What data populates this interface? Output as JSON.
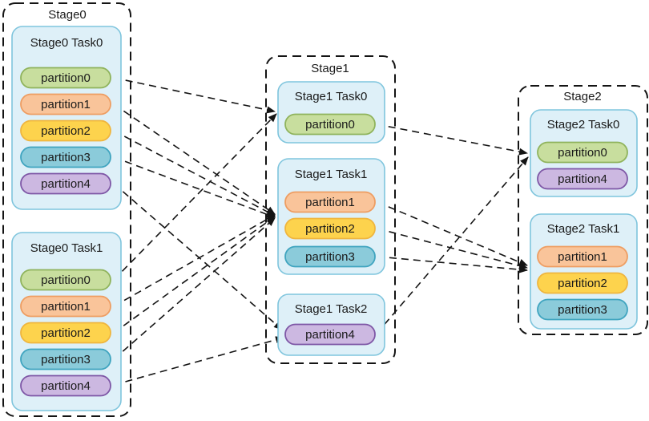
{
  "stages": [
    {
      "title": "Stage0",
      "tasks": [
        {
          "title": "Stage0 Task0",
          "partitions": [
            "partition0",
            "partition1",
            "partition2",
            "partition3",
            "partition4"
          ]
        },
        {
          "title": "Stage0 Task1",
          "partitions": [
            "partition0",
            "partition1",
            "partition2",
            "partition3",
            "partition4"
          ]
        }
      ]
    },
    {
      "title": "Stage1",
      "tasks": [
        {
          "title": "Stage1 Task0",
          "partitions": [
            "partition0"
          ]
        },
        {
          "title": "Stage1 Task1",
          "partitions": [
            "partition1",
            "partition2",
            "partition3"
          ]
        },
        {
          "title": "Stage1 Task2",
          "partitions": [
            "partition4"
          ]
        }
      ]
    },
    {
      "title": "Stage2",
      "tasks": [
        {
          "title": "Stage2 Task0",
          "partitions": [
            "partition0",
            "partition4"
          ]
        },
        {
          "title": "Stage2 Task1",
          "partitions": [
            "partition1",
            "partition2",
            "partition3"
          ]
        }
      ]
    }
  ],
  "colors": {
    "partition0": {
      "fill": "#c8de9e",
      "stroke": "#8fb35c"
    },
    "partition1": {
      "fill": "#f9c49a",
      "stroke": "#ee9d62"
    },
    "partition2": {
      "fill": "#fdd34d",
      "stroke": "#efb53e"
    },
    "partition3": {
      "fill": "#8bcbda",
      "stroke": "#3fa4bf"
    },
    "partition4": {
      "fill": "#ccb8e1",
      "stroke": "#7e57a6"
    },
    "taskbox": {
      "fill": "#def0f8",
      "stroke": "#7fc5dd"
    },
    "edge": {
      "fill": "#141414",
      "stroke": "#141414"
    }
  },
  "edges": [
    {
      "from": "Stage0 Task0 partition0",
      "to": "Stage1 Task0"
    },
    {
      "from": "Stage0 Task0 partition1",
      "to": "Stage1 Task1"
    },
    {
      "from": "Stage0 Task0 partition2",
      "to": "Stage1 Task1"
    },
    {
      "from": "Stage0 Task0 partition3",
      "to": "Stage1 Task1"
    },
    {
      "from": "Stage0 Task0 partition4",
      "to": "Stage1 Task2"
    },
    {
      "from": "Stage0 Task1 partition0",
      "to": "Stage1 Task0"
    },
    {
      "from": "Stage0 Task1 partition1",
      "to": "Stage1 Task1"
    },
    {
      "from": "Stage0 Task1 partition2",
      "to": "Stage1 Task1"
    },
    {
      "from": "Stage0 Task1 partition3",
      "to": "Stage1 Task1"
    },
    {
      "from": "Stage0 Task1 partition4",
      "to": "Stage1 Task2"
    },
    {
      "from": "Stage1 Task0 partition0",
      "to": "Stage2 Task0"
    },
    {
      "from": "Stage1 Task1 partition1",
      "to": "Stage2 Task1"
    },
    {
      "from": "Stage1 Task1 partition2",
      "to": "Stage2 Task1"
    },
    {
      "from": "Stage1 Task1 partition3",
      "to": "Stage2 Task1"
    },
    {
      "from": "Stage1 Task2 partition4",
      "to": "Stage2 Task0"
    }
  ]
}
